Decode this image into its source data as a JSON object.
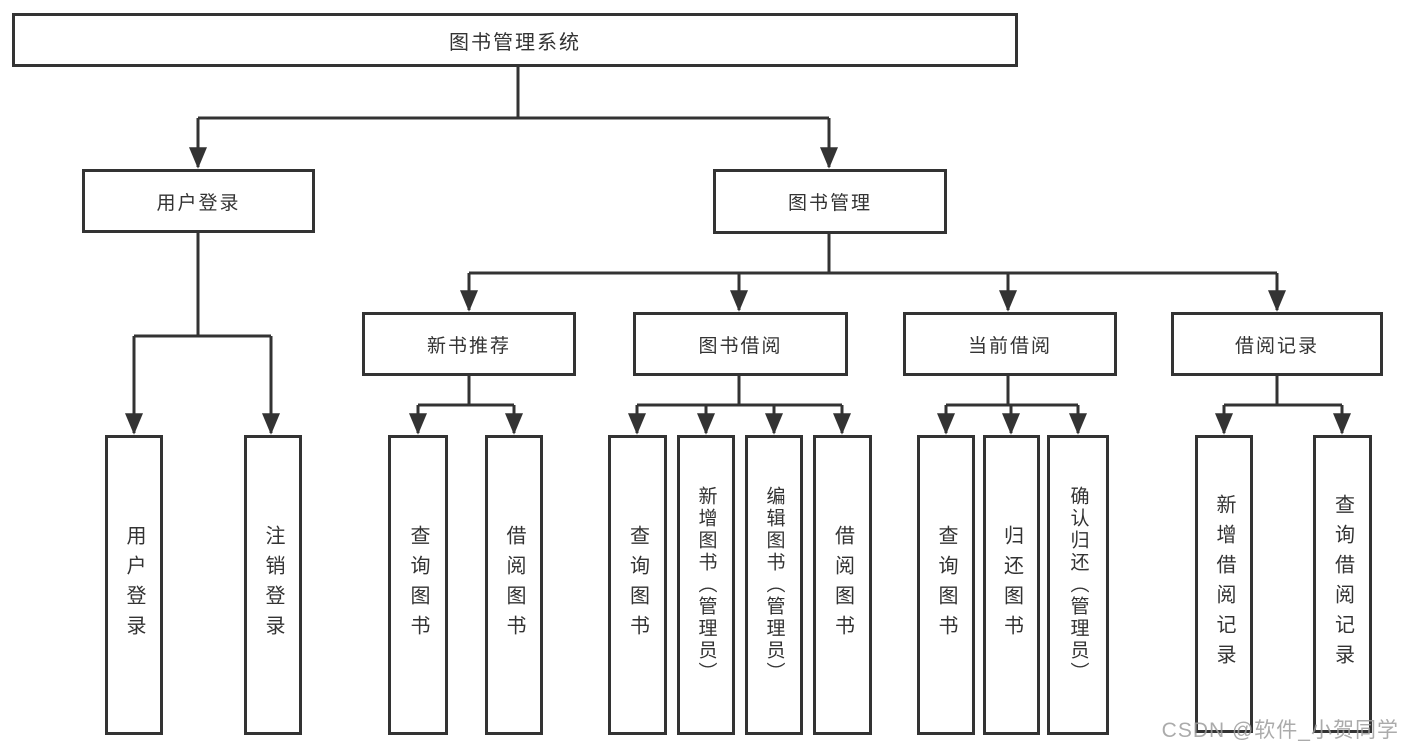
{
  "nodes": {
    "root": "图书管理系统",
    "user_login": "用户登录",
    "book_management": "图书管理",
    "new_book_recommend": "新书推荐",
    "book_borrow": "图书借阅",
    "current_borrow": "当前借阅",
    "borrow_records": "借阅记录"
  },
  "leaves": [
    "用户登录",
    "注销登录",
    "查询图书",
    "借阅图书",
    "查询图书",
    "新增图书（管理员）",
    "编辑图书（管理员）",
    "借阅图书",
    "查询图书",
    "归还图书",
    "确认归还（管理员）",
    "新增借阅记录",
    "查询借阅记录"
  ],
  "watermark": "CSDN @软件_小贺同学",
  "colors": {
    "line": "#333333",
    "text": "#333333",
    "box_fill": "#ffffff",
    "background": "#ffffff",
    "watermark": "#9d9d9d"
  }
}
